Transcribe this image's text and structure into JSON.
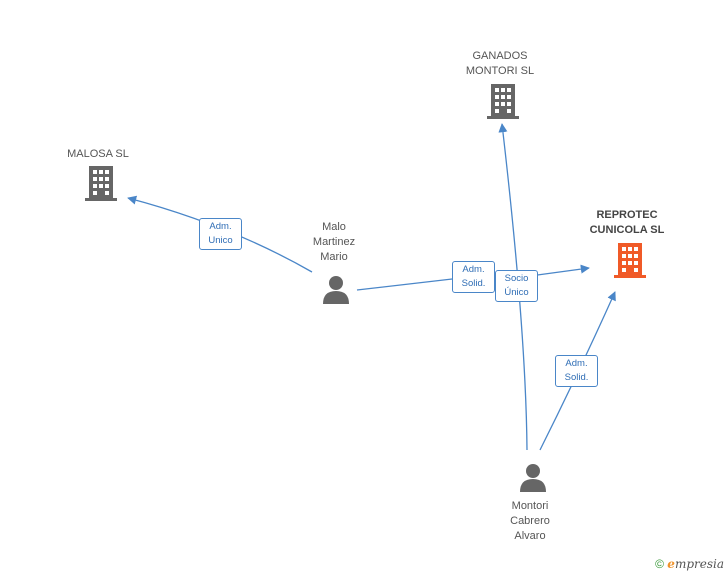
{
  "companies": {
    "ganados": {
      "line1": "GANADOS",
      "line2": "MONTORI SL"
    },
    "malosa": {
      "line1": "MALOSA SL"
    },
    "reprotec": {
      "line1": "REPROTEC",
      "line2": "CUNICOLA SL"
    }
  },
  "people": {
    "malo": {
      "line1": "Malo",
      "line2": "Martinez",
      "line3": "Mario"
    },
    "montori": {
      "line1": "Montori",
      "line2": "Cabrero",
      "line3": "Alvaro"
    }
  },
  "edges": {
    "adm_unico": {
      "line1": "Adm.",
      "line2": "Unico"
    },
    "adm_solid_1": {
      "line1": "Adm.",
      "line2": "Solid."
    },
    "socio_unico": {
      "line1": "Socio",
      "line2": "Único"
    },
    "adm_solid_2": {
      "line1": "Adm.",
      "line2": "Solid."
    }
  },
  "footer": {
    "copyright": "©",
    "brand_e": "e",
    "brand_rest": "mpresia"
  },
  "colors": {
    "edge": "#4a86c8",
    "company": "#666666",
    "main_company": "#f05a28",
    "person": "#666666"
  }
}
